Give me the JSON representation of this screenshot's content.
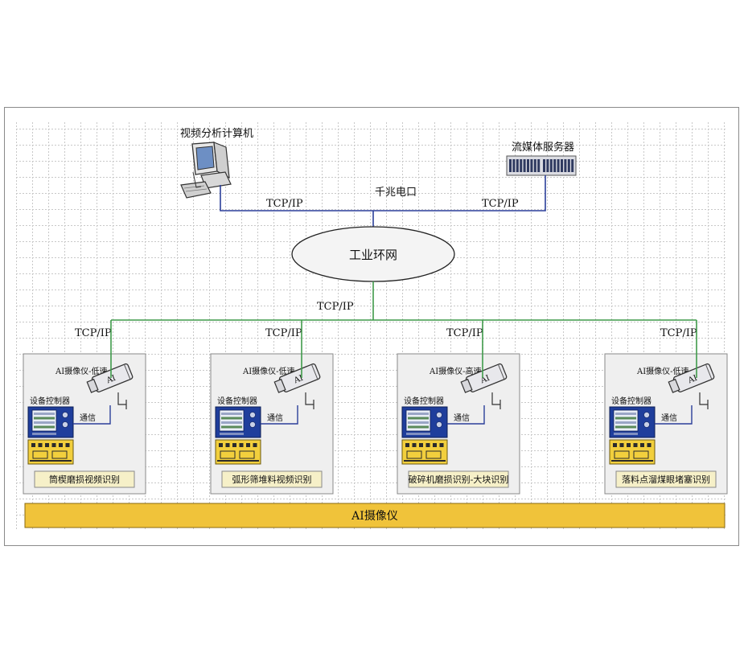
{
  "nodes": {
    "analysis_pc": "视频分析计算机",
    "media_server": "流媒体服务器",
    "gigabit_port": "千兆电口",
    "ring_network": "工业环网"
  },
  "links": {
    "tcp_ip": "TCP/IP"
  },
  "stations": [
    {
      "camera_label": "AI摄像仪-低速",
      "controller_label": "设备控制器",
      "comm_label": "通信",
      "camera_badge": "AI",
      "title": "筒楔磨损视频识别"
    },
    {
      "camera_label": "AI摄像仪-低速",
      "controller_label": "设备控制器",
      "comm_label": "通信",
      "camera_badge": "AI",
      "title": "弧形筛堆料视频识别"
    },
    {
      "camera_label": "AI摄像仪-高速",
      "controller_label": "设备控制器",
      "comm_label": "通信",
      "camera_badge": "AI",
      "title": "破碎机磨损识别-大块识别"
    },
    {
      "camera_label": "AI摄像仪-低速",
      "controller_label": "设备控制器",
      "comm_label": "通信",
      "camera_badge": "AI",
      "title": "落料点溜煤眼堵塞识别"
    }
  ],
  "bottom_bar": "AI摄像仪",
  "colors": {
    "link_blue": "#2b3f9a",
    "link_green": "#3f9a4a",
    "bar_fill": "#f0c33a",
    "panel_fill": "#efefef",
    "controller_blue": "#1f3e9c",
    "board_yellow": "#f2cf3d"
  }
}
